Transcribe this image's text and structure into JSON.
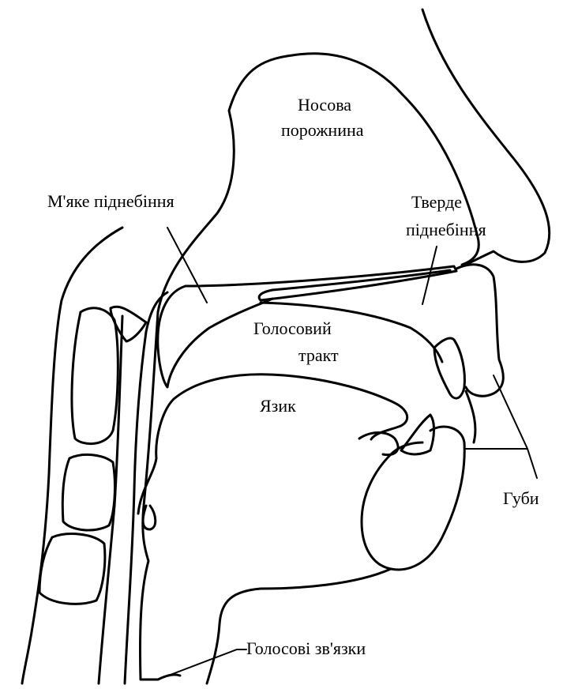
{
  "labels": {
    "nasal_cavity_line1": "Носова",
    "nasal_cavity_line2": "порожнина",
    "soft_palate": "М'яке піднебіння",
    "hard_palate_line1": "Тверде",
    "hard_palate_line2": "піднебіння",
    "vocal_tract_line1": "Голосовий",
    "vocal_tract_line2": "тракт",
    "tongue": "Язик",
    "lips": "Губи",
    "vocal_cords": "Голосові зв'язки"
  }
}
